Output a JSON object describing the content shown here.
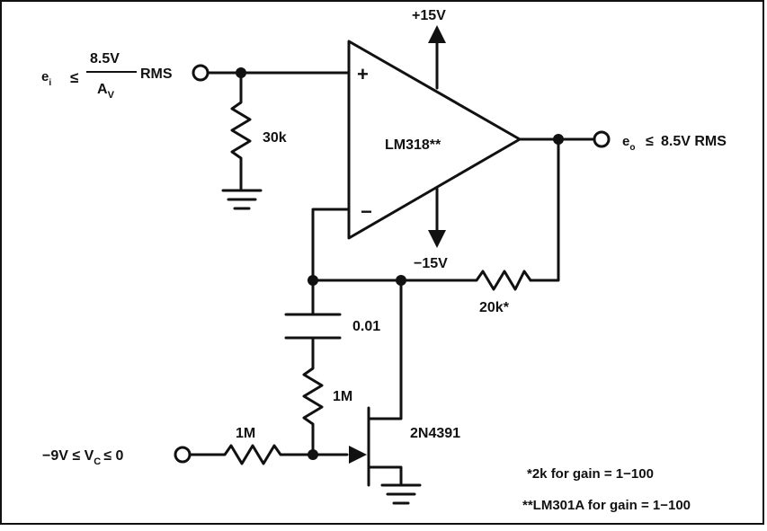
{
  "circuit": {
    "input_label": {
      "prefix": "e",
      "sub": "i",
      "relation": "≤",
      "numerator": "8.5V",
      "denominator": "A",
      "denominator_sub": "V",
      "suffix": "RMS"
    },
    "output_label": {
      "prefix": "e",
      "sub": "o",
      "relation": "≤",
      "value": "8.5V RMS"
    },
    "control_label": {
      "left": "−9V ≤ V",
      "sub": "C",
      "right": "≤ 0"
    },
    "supply_pos": "+15V",
    "supply_neg": "−15V",
    "opamp": {
      "name": "LM318**",
      "plus": "+",
      "minus": "−"
    },
    "components": {
      "r_input": "30k",
      "r_feedback": "20k*",
      "capacitor": "0.01",
      "r_gate_vertical": "1M",
      "r_gate_horizontal": "1M",
      "fet": "2N4391"
    },
    "notes": [
      "*2k for gain = 1−100",
      "**LM301A for gain = 1−100"
    ]
  }
}
